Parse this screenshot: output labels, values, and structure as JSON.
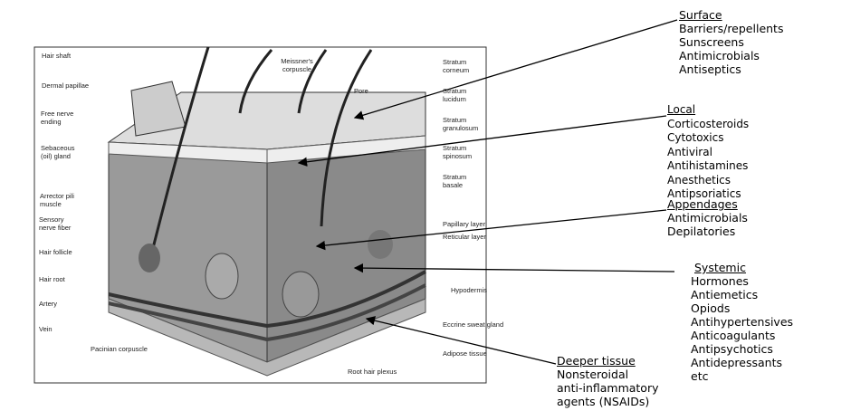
{
  "diagram": {
    "labels_left": [
      "Hair shaft",
      "Dermal papillae",
      "Free nerve ending",
      "Sebaceous (oil) gland",
      "Arrector pili muscle",
      "Sensory nerve fiber",
      "Hair follicle",
      "Hair root",
      "Artery",
      "Vein"
    ],
    "labels_top": [
      "Meissner's corpuscle",
      "Pore"
    ],
    "labels_right": [
      "Stratum corneum",
      "Stratum lucidum",
      "Stratum granulosum",
      "Stratum spinosum",
      "Stratum basale",
      "Papillary layer",
      "Reticular layer",
      "Hypodermis",
      "Eccrine sweat gland",
      "Adipose tissue"
    ],
    "labels_bottom": [
      "Pacinian corpuscle",
      "Root hair plexus"
    ]
  },
  "groups": {
    "surface": {
      "title": "Surface",
      "items": [
        "Barriers/repellents",
        "Sunscreens",
        "Antimicrobials",
        "Antiseptics"
      ]
    },
    "local": {
      "title": "Local",
      "items": [
        "Corticosteroids",
        "Cytotoxics",
        "Antiviral",
        "Antihistamines",
        "Anesthetics",
        "Antipsoriatics"
      ]
    },
    "appendages": {
      "title": "Appendages",
      "items": [
        "Antimicrobials",
        "Depilatories"
      ]
    },
    "systemic": {
      "title": "Systemic",
      "items": [
        "Hormones",
        "Antiemetics",
        "Opiods",
        "Antihypertensives",
        "Anticoagulants",
        "Antipsychotics",
        "Antidepressants",
        "etc"
      ]
    },
    "deeper": {
      "title": "Deeper tissue",
      "items": [
        "Nonsteroidal",
        "anti-inflammatory",
        "agents (NSAIDs)"
      ]
    }
  }
}
